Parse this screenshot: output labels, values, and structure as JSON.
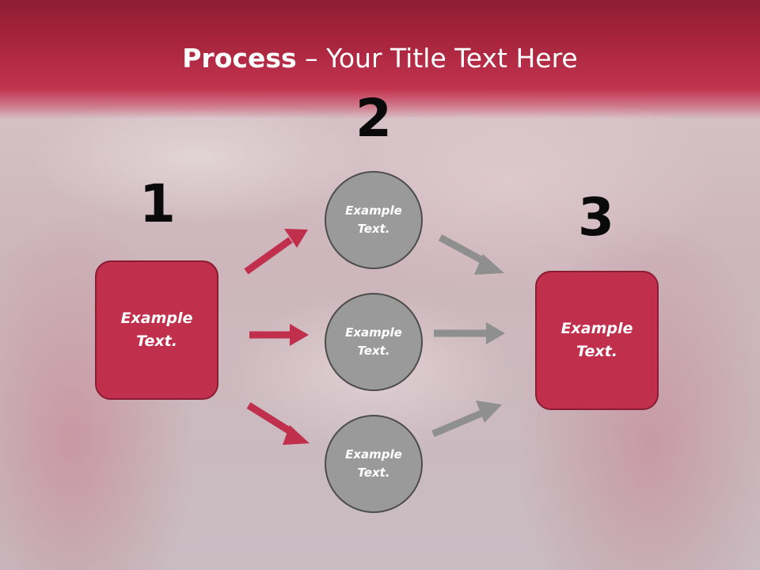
{
  "title": {
    "strong": "Process",
    "rest": " – Your Title Text Here"
  },
  "steps": [
    {
      "number": "1",
      "text": "Example Text."
    },
    {
      "number": "2",
      "text": "Example Text."
    },
    {
      "number": "3",
      "text": "Example Text."
    }
  ],
  "circles": [
    {
      "text": "Example Text."
    },
    {
      "text": "Example Text."
    },
    {
      "text": "Example Text."
    }
  ],
  "colors": {
    "accent": "#c0304c",
    "accent_dark": "#8a1c33",
    "circle_fill": "#9a9a9a",
    "arrow_gray": "#8f8f8f"
  }
}
